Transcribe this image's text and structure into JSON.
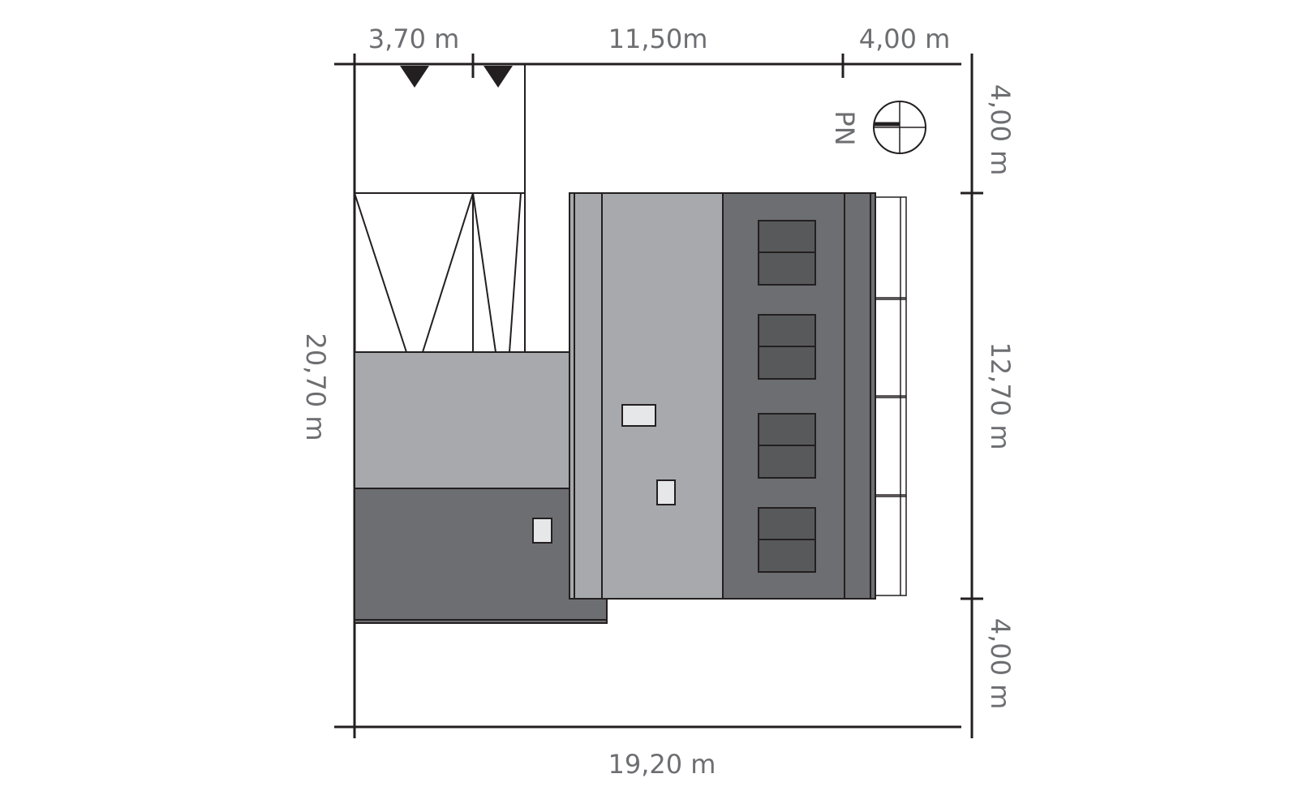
{
  "dimensions": {
    "top_left": "3,70 m",
    "top_middle": "11,50m",
    "top_right": "4,00 m",
    "bottom_total": "19,20 m",
    "left_total": "20,70 m",
    "right_top": "4,00 m",
    "right_middle": "12,70 m",
    "right_bottom": "4,00 m"
  },
  "north_label": "PN",
  "colors": {
    "line": "#231f20",
    "roof_light": "#a7a9ac",
    "roof_dark": "#6d6e71",
    "window": "#58595b",
    "skylight": "#e6e7e8",
    "label": "#6d6e71"
  }
}
